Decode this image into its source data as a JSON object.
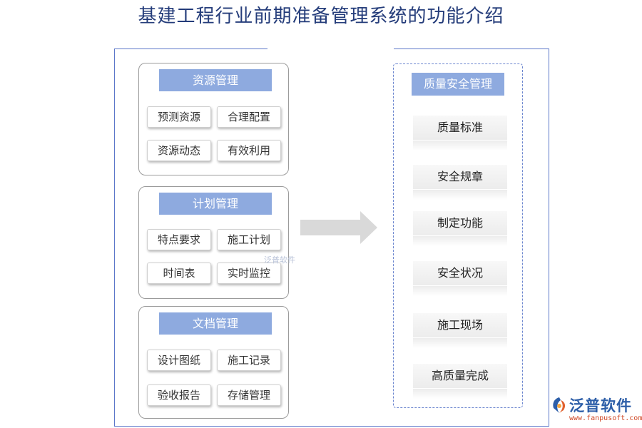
{
  "title": "基建工程行业前期准备管理系统的功能介绍",
  "left_groups": [
    {
      "header": "资源管理",
      "items": [
        "预测资源",
        "合理配置",
        "资源动态",
        "有效利用"
      ]
    },
    {
      "header": "计划管理",
      "items": [
        "特点要求",
        "施工计划",
        "时间表",
        "实时监控"
      ]
    },
    {
      "header": "文档管理",
      "items": [
        "设计图纸",
        "施工记录",
        "验收报告",
        "存储管理"
      ]
    }
  ],
  "right_panel": {
    "header": "质量安全管理",
    "items": [
      "质量标准",
      "安全规章",
      "制定功能",
      "安全状况",
      "施工现场",
      "高质量完成"
    ]
  },
  "watermark": "泛普软件",
  "logo": {
    "name": "泛普软件",
    "url": "www.fanpusoft.com"
  },
  "colors": {
    "title": "#243c7a",
    "header_fill": "#8eaadf",
    "frame": "#5c77c9",
    "arrow": "#d9d9d9",
    "logo_text": "#2d5ea8",
    "logo_url": "#d04a28"
  }
}
